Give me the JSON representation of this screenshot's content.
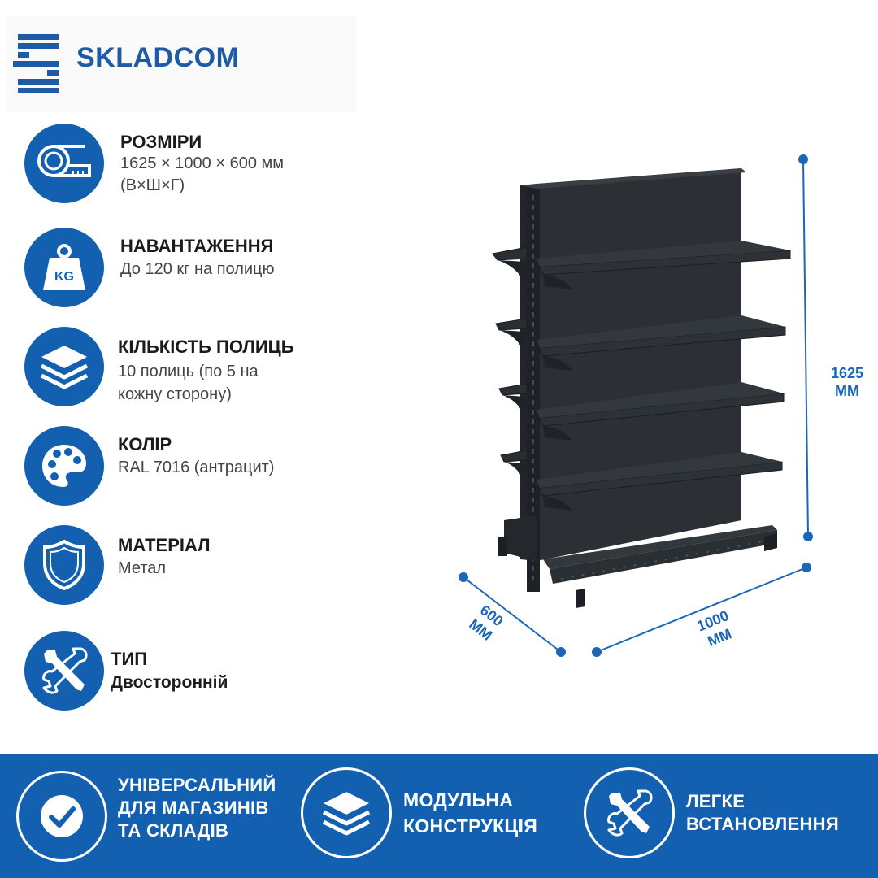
{
  "brand": {
    "name": "SKLADCOM",
    "logo_icon": "skladcom-stacked-bars-logo",
    "color": "#1f5aa6"
  },
  "accent_color": "#1360b0",
  "features": [
    {
      "icon": "tape-measure-icon",
      "title": "РОЗМІРИ",
      "lines": [
        "1625 × 1000 × 600 мм",
        "(В×Ш×Г)"
      ]
    },
    {
      "icon": "kg-weight-icon",
      "title": "НАВАНТАЖЕННЯ",
      "lines": [
        "До 120 кг на полицю"
      ]
    },
    {
      "icon": "layers-icon",
      "title": "КІЛЬКІСТЬ ПОЛИЦЬ",
      "lines": [
        "10 полиць (по 5 на",
        "кожну сторону)"
      ]
    },
    {
      "icon": "palette-icon",
      "title": "КОЛІР",
      "lines": [
        "RAL 7016 (антрацит)"
      ]
    },
    {
      "icon": "shield-icon",
      "title": "МАТЕРІАЛ",
      "lines": [
        "Метал"
      ]
    },
    {
      "icon": "tools-icon",
      "title": "ТИП",
      "lines": [
        "Двосторонній"
      ]
    }
  ],
  "dimensions": {
    "height": [
      "1625",
      "ММ"
    ],
    "width": [
      "1000",
      "ММ"
    ],
    "depth": [
      "600",
      "ММ"
    ]
  },
  "product": {
    "name": "double-sided-shelving-unit",
    "color": "#2a2e32"
  },
  "banner": [
    {
      "icon": "checkmark-icon",
      "lines": [
        "УНІВЕРСАЛЬНИЙ",
        "ДЛЯ МАГАЗИНІВ",
        "ТА СКЛАДІВ"
      ]
    },
    {
      "icon": "layers-icon",
      "lines": [
        "МОДУЛЬНА",
        "КОНСТРУКЦІЯ"
      ]
    },
    {
      "icon": "tools-icon",
      "lines": [
        "ЛЕГКЕ",
        "ВСТАНОВЛЕННЯ"
      ]
    }
  ]
}
